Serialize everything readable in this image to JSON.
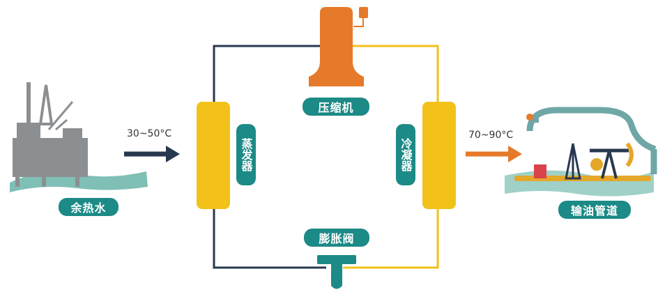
{
  "labels": {
    "waste_heat_water": "余热水",
    "evaporator": "蒸发器",
    "condenser": "冷凝器",
    "compressor": "压缩机",
    "expansion_valve": "膨胀阀",
    "oil_pipeline": "输油管道",
    "inlet_temperature": "30~50°C",
    "outlet_temperature": "70~90°C"
  },
  "colors": {
    "teal": "#1c8a86",
    "yellow": "#f2c21b",
    "orange": "#e57a2a",
    "navy": "#273850",
    "gray": "#8c8f91"
  },
  "icons": [
    "offshore-platform-icon",
    "compressor-icon",
    "expansion-valve-icon",
    "oil-pipeline-pumpjack-icon"
  ]
}
